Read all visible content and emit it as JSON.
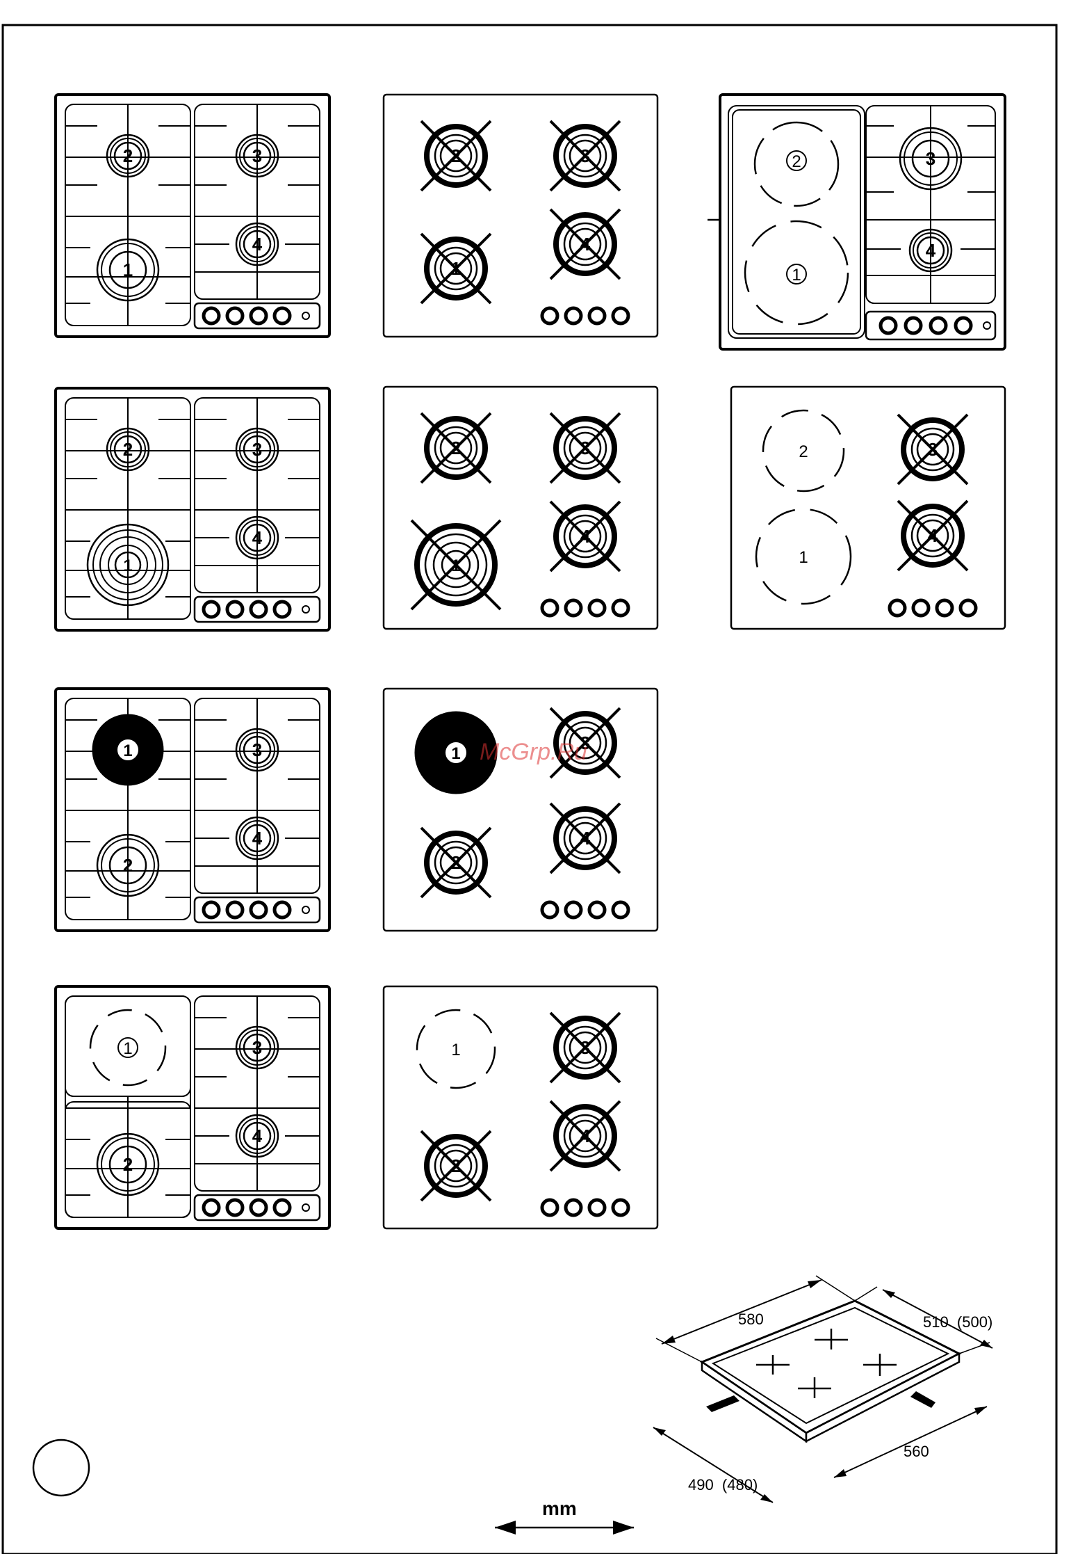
{
  "hobs": {
    "row1": [
      {
        "burners": [
          "2",
          "3",
          "1",
          "4"
        ]
      },
      {
        "burners": [
          "2",
          "3",
          "1",
          "4"
        ]
      },
      {
        "burners": [
          "2",
          "3",
          "1",
          "4"
        ]
      }
    ],
    "row2": [
      {
        "burners": [
          "2",
          "3",
          "1",
          "4"
        ]
      },
      {
        "burners": [
          "2",
          "3",
          "1",
          "4"
        ]
      },
      {
        "burners": [
          "2",
          "3",
          "1",
          "4"
        ]
      }
    ],
    "row3": [
      {
        "burners": [
          "1",
          "3",
          "2",
          "4"
        ]
      },
      {
        "burners": [
          "1",
          "3",
          "2",
          "4"
        ]
      }
    ],
    "row4": [
      {
        "burners": [
          "1",
          "3",
          "2",
          "4"
        ]
      },
      {
        "burners": [
          "1",
          "3",
          "2",
          "4"
        ]
      }
    ]
  },
  "dimensions": {
    "width_top": "580",
    "depth_top": "510  (500)",
    "cutout_depth": "490  (480)",
    "cutout_width": "560"
  },
  "unit_label": "mm",
  "watermark": "McGrp.Ru"
}
